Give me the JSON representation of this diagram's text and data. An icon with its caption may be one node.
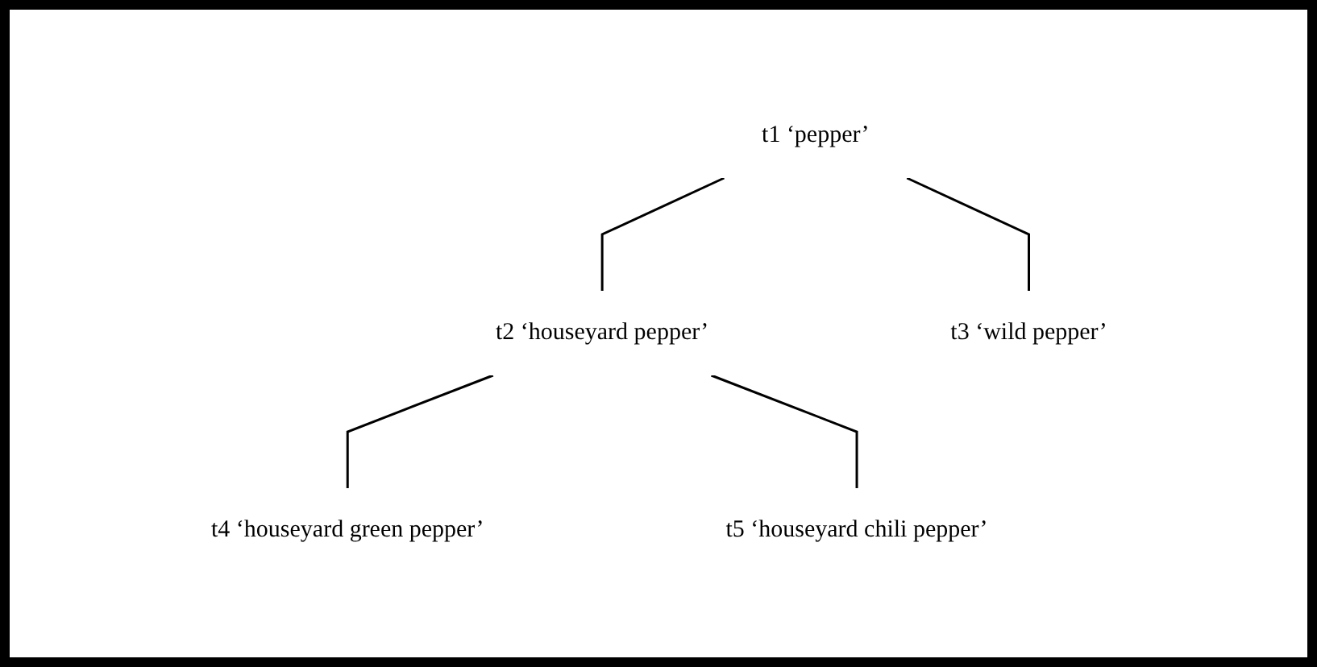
{
  "diagram": {
    "nodes": [
      {
        "text": [
          "t1 ‘pepper’"
        ]
      },
      {
        "text": [
          "t2 ‘houseyard pepper’"
        ]
      },
      {
        "text": [
          "t3 ‘wild pepper’"
        ]
      },
      {
        "text": [
          "t4 ‘houseyard green pepper’"
        ]
      },
      {
        "text": [
          "t5 ‘houseyard chili pepper’"
        ]
      }
    ],
    "edges": [
      {
        "from": 0,
        "to": 1,
        "arrow": "none"
      },
      {
        "from": 0,
        "to": 2,
        "arrow": "none"
      },
      {
        "from": 1,
        "to": 3,
        "arrow": "none"
      },
      {
        "from": 1,
        "to": 4,
        "arrow": "none"
      }
    ]
  }
}
